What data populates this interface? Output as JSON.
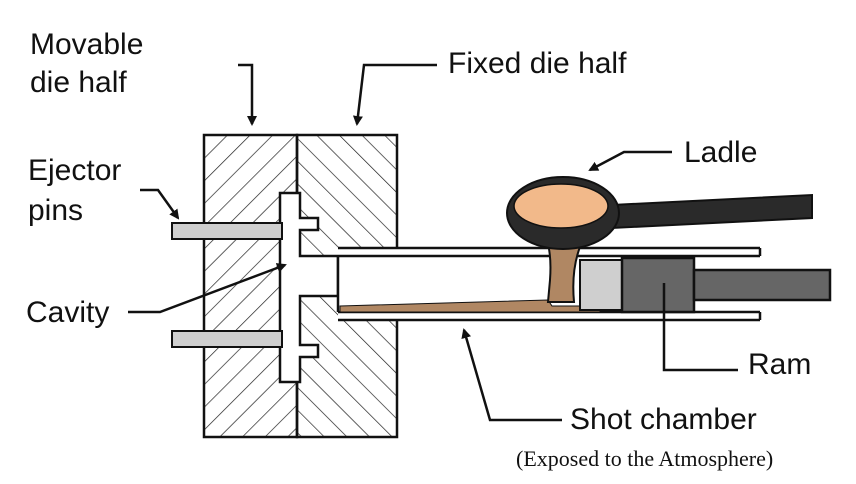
{
  "labels": {
    "movable_line1": "Movable",
    "movable_line2": "die half",
    "fixed": "Fixed die half",
    "ejector_line1": "Ejector",
    "ejector_line2": "pins",
    "cavity": "Cavity",
    "ladle": "Ladle",
    "ram": "Ram",
    "shot_chamber": "Shot chamber",
    "note": "(Exposed to the Atmosphere)"
  },
  "colors": {
    "outline": "#111111",
    "hatch": "#222222",
    "molten_metal": "#f2b98a",
    "metal_flow": "#b08763",
    "ram": "#666666",
    "ram_face": "#cfcfcf",
    "pins": "#cfcfcf",
    "ladle": "#2a2a2a"
  }
}
